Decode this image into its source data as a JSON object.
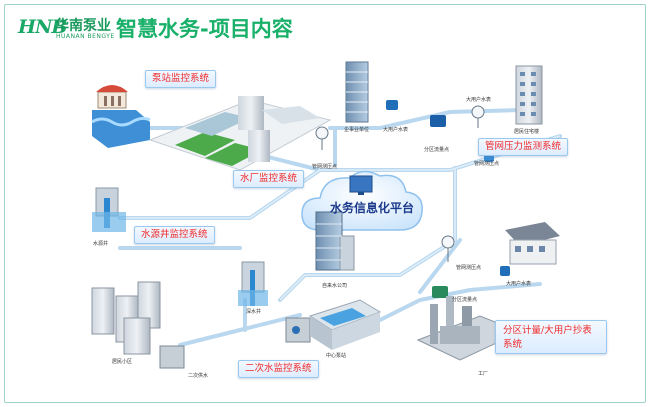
{
  "header": {
    "logo_mark": "HNB",
    "logo_cn": "华南泵业",
    "logo_en": "HUANAN BENGYE",
    "title": "智慧水务-项目内容"
  },
  "callouts": {
    "pump_station": "泵站监控系统",
    "water_plant": "水厂监控系统",
    "water_well": "水源井监控系统",
    "pipe_pressure": "管网压力监测系统",
    "secondary": "二次水监控系统",
    "metering": "分区计量/大用户抄表系统"
  },
  "platform": "水务信息化平台",
  "labels": {
    "water_well": "水源井",
    "enterprise": "企事业单位",
    "big_user_meter_1": "大用户水表",
    "big_user_meter_2": "大用户水表",
    "big_user_meter_3": "大用户水表",
    "residential_1": "居民住宅楼",
    "pipe_point_1": "管网测压点",
    "pipe_point_2": "管网测压点",
    "pipe_point_3": "管网测压点",
    "zone_meter_1": "分区流量点",
    "zone_meter_2": "分区流量点",
    "office": "自来水公司",
    "deep_well": "深水井",
    "residential_2": "居民小区",
    "secondary_supply": "二次供水",
    "pump_room": "中心泵站",
    "factory": "工厂"
  },
  "colors": {
    "brand_green": "#19b06a",
    "callout_text": "#ee2a2a",
    "pipe": "#b9d8ef"
  }
}
